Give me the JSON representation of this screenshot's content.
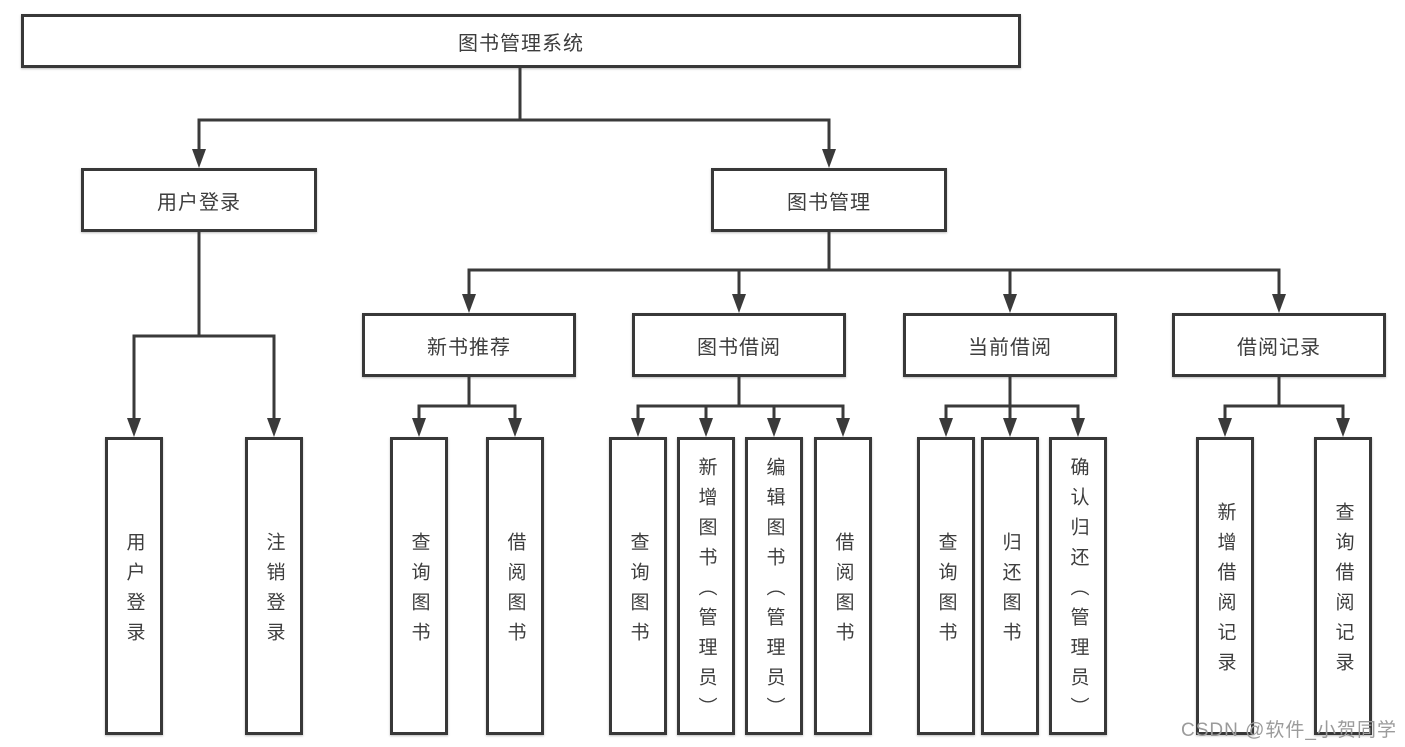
{
  "diagram": {
    "tree": {
      "label": "图书管理系统",
      "children": [
        {
          "label": "用户登录",
          "children": [
            {
              "label": "用户登录"
            },
            {
              "label": "注销登录"
            }
          ]
        },
        {
          "label": "图书管理",
          "children": [
            {
              "label": "新书推荐",
              "children": [
                {
                  "label": "查询图书"
                },
                {
                  "label": "借阅图书"
                }
              ]
            },
            {
              "label": "图书借阅",
              "children": [
                {
                  "label": "查询图书"
                },
                {
                  "label": "新增图书（管理员）"
                },
                {
                  "label": "编辑图书（管理员）"
                },
                {
                  "label": "借阅图书"
                }
              ]
            },
            {
              "label": "当前借阅",
              "children": [
                {
                  "label": "查询图书"
                },
                {
                  "label": "归还图书"
                },
                {
                  "label": "确认归还（管理员）"
                }
              ]
            },
            {
              "label": "借阅记录",
              "children": [
                {
                  "label": "新增借阅记录"
                },
                {
                  "label": "查询借阅记录"
                }
              ]
            }
          ]
        }
      ]
    },
    "colors": {
      "line": "#3a3a3a",
      "box_border": "#383838",
      "text": "#3d3d3d",
      "watermark": "#9b9b9b",
      "background": "#ffffff"
    }
  },
  "watermark": {
    "text": "CSDN @软件_小贺同学"
  }
}
